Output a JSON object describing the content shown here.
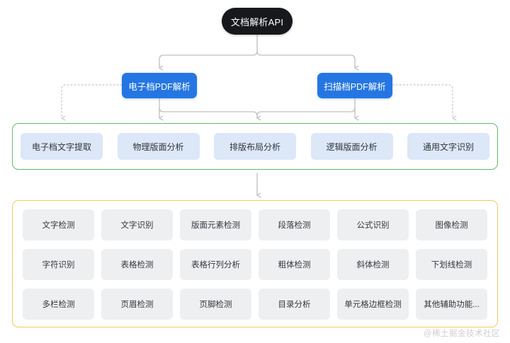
{
  "diagram": {
    "root": {
      "label": "文档解析API"
    },
    "branches": [
      {
        "label": "电子档PDF解析"
      },
      {
        "label": "扫描档PDF解析"
      }
    ],
    "middle_group": {
      "border_color": "#5cbd6a",
      "items": [
        {
          "label": "电子档文字提取"
        },
        {
          "label": "物理版面分析"
        },
        {
          "label": "排版布局分析"
        },
        {
          "label": "逻辑版面分析"
        },
        {
          "label": "通用文字识别"
        }
      ]
    },
    "leaf_group": {
      "border_color": "#f2cc5c",
      "items": [
        {
          "label": "文字检测"
        },
        {
          "label": "文字识别"
        },
        {
          "label": "版面元素检测"
        },
        {
          "label": "段落检测"
        },
        {
          "label": "公式识别"
        },
        {
          "label": "图像检测"
        },
        {
          "label": "字符识别"
        },
        {
          "label": "表格检测"
        },
        {
          "label": "表格行列分析"
        },
        {
          "label": "粗体检测"
        },
        {
          "label": "斜体检测"
        },
        {
          "label": "下划线检测"
        },
        {
          "label": "多栏检测"
        },
        {
          "label": "页眉检测"
        },
        {
          "label": "页脚检测"
        },
        {
          "label": "目录分析"
        },
        {
          "label": "单元格边框检测"
        },
        {
          "label": "其他辅助功能..."
        }
      ]
    },
    "watermark": {
      "text": "@稀土掘金技术社区"
    },
    "colors": {
      "root_bg": "#17181c",
      "branch_bg": "#2576e3",
      "middle_chip_bg": "#dce7f8",
      "leaf_chip_bg": "#eeeff1",
      "connector": "#bcbfc4",
      "green_border": "#5cbd6a",
      "yellow_border": "#f2cc5c"
    }
  }
}
